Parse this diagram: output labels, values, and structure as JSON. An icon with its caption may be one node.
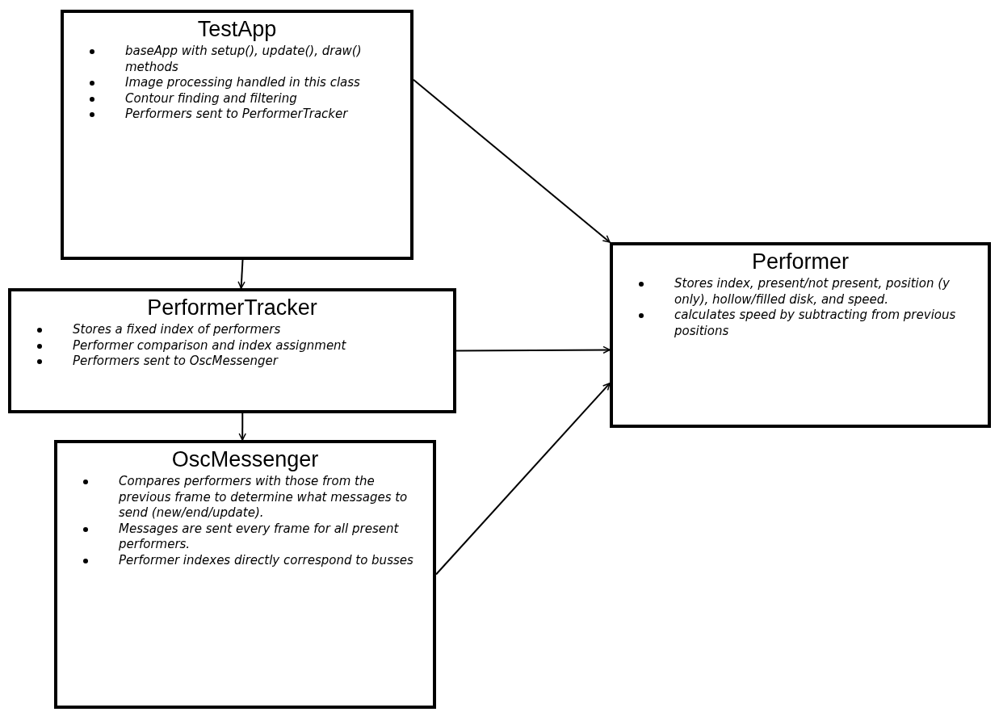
{
  "diagram": {
    "nodes": [
      {
        "text": [
          "TestApp",
          "baseApp with setup(), update(), draw() methods",
          "Image processing handled in this class",
          "Contour finding and filtering",
          "Performers sent to PerformerTracker"
        ]
      },
      {
        "text": [
          "PerformerTracker",
          "Stores a fixed index of performers",
          "Performer comparison and index assignment",
          "Performers sent to OscMessenger"
        ]
      },
      {
        "text": [
          "OscMessenger",
          "Compares performers with those from the previous frame to determine what messages to send (new/end/update).",
          "Messages are sent every frame for all present performers.",
          "Performer indexes directly correspond to busses"
        ]
      },
      {
        "text": [
          "Performer",
          "Stores index, present/not present, position (y only), hollow/filled disk, and speed.",
          "calculates speed by subtracting from previous positions"
        ]
      }
    ],
    "edges": [
      {
        "from": 0,
        "to": 1,
        "arrow": "to"
      },
      {
        "from": 1,
        "to": 2,
        "arrow": "to"
      },
      {
        "from": 0,
        "to": 3,
        "arrow": "to"
      },
      {
        "from": 1,
        "to": 3,
        "arrow": "to"
      },
      {
        "from": 2,
        "to": 3,
        "arrow": "to"
      }
    ]
  }
}
